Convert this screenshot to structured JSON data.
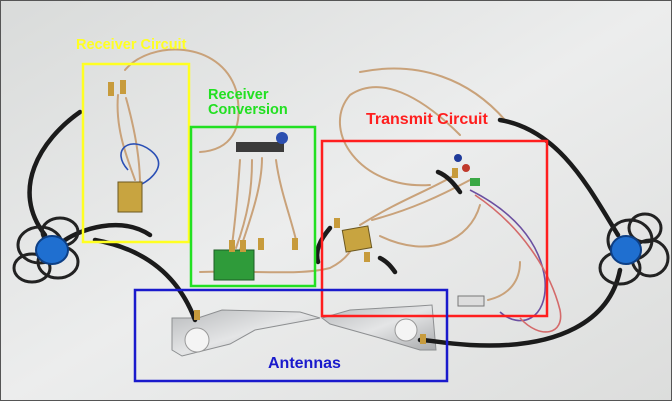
{
  "labels": {
    "receiver_circuit": "Receiver Circuit",
    "receiver_conversion_line1": "Receiver",
    "receiver_conversion_line2": "Conversion",
    "transmit_circuit": "Transmit Circuit",
    "antennas": "Antennas"
  },
  "colors": {
    "receiver_circuit": "#ffff22",
    "receiver_conversion": "#22e022",
    "transmit_circuit": "#ff1e1e",
    "antennas": "#1a1acc",
    "background_surface": "#e6e7e6"
  },
  "photo_subject": "RF radar hardware: coaxial cables, splitters, circuit board, ferrite-coiled cables and two metal sheet antennas on a grey surface"
}
